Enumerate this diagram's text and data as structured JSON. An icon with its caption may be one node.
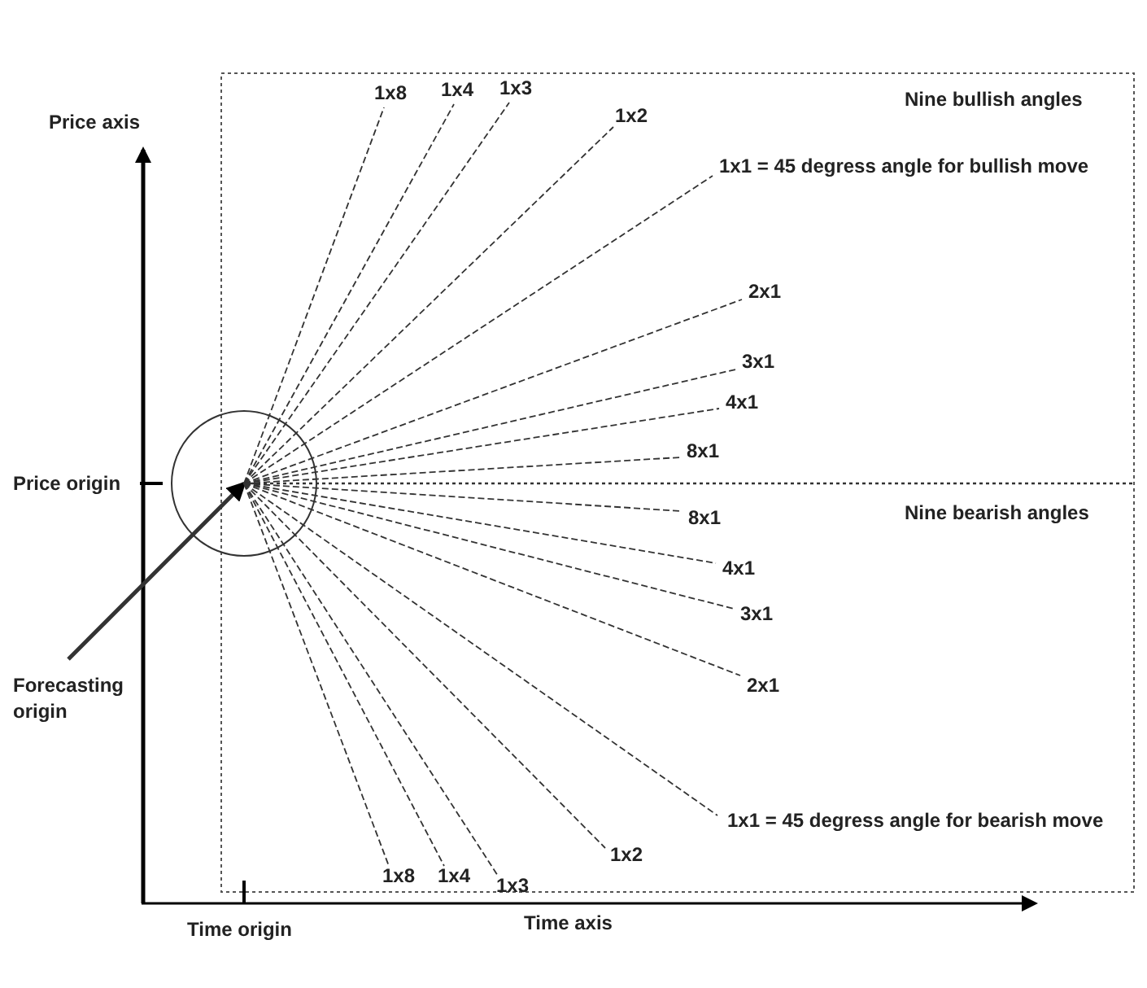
{
  "diagram": {
    "nodes": [
      {
        "text": [],
        "shape": "circle"
      },
      {
        "text": [
          "Forecasting origin"
        ]
      },
      {
        "text": [
          "1x8"
        ]
      },
      {
        "text": [
          "1x4"
        ]
      },
      {
        "text": [
          "1x3"
        ]
      },
      {
        "text": [
          "1x2"
        ]
      },
      {
        "text": [
          "1x1 = 45 degress angle for bullish move"
        ]
      },
      {
        "text": [
          "2x1"
        ]
      },
      {
        "text": [
          "3x1"
        ]
      },
      {
        "text": [
          "4x1"
        ]
      },
      {
        "text": [
          "8x1"
        ]
      },
      {
        "text": [
          "8x1"
        ]
      },
      {
        "text": [
          "4x1"
        ]
      },
      {
        "text": [
          "3x1"
        ]
      },
      {
        "text": [
          "2x1"
        ]
      },
      {
        "text": [
          "1x1 = 45 degress angle for bearish move"
        ]
      },
      {
        "text": [
          "1x2"
        ]
      },
      {
        "text": [
          "1x8"
        ]
      },
      {
        "text": [
          "1x4"
        ]
      },
      {
        "text": [
          "1x3"
        ]
      }
    ],
    "edges": [
      {
        "from": 1,
        "to": 0,
        "arrow": "to",
        "style": "thick"
      },
      {
        "from": 0,
        "to": 2,
        "arrow": "none",
        "style": "dashed"
      },
      {
        "from": 0,
        "to": 3,
        "arrow": "none",
        "style": "dashed"
      },
      {
        "from": 0,
        "to": 4,
        "arrow": "none",
        "style": "dashed"
      },
      {
        "from": 0,
        "to": 5,
        "arrow": "none",
        "style": "dashed"
      },
      {
        "from": 0,
        "to": 6,
        "arrow": "none",
        "style": "dashed"
      },
      {
        "from": 0,
        "to": 7,
        "arrow": "none",
        "style": "dashed"
      },
      {
        "from": 0,
        "to": 8,
        "arrow": "none",
        "style": "dashed"
      },
      {
        "from": 0,
        "to": 9,
        "arrow": "none",
        "style": "dashed"
      },
      {
        "from": 0,
        "to": 10,
        "arrow": "none",
        "style": "dashed"
      },
      {
        "from": 0,
        "to": 11,
        "arrow": "none",
        "style": "dashed"
      },
      {
        "from": 0,
        "to": 12,
        "arrow": "none",
        "style": "dashed"
      },
      {
        "from": 0,
        "to": 13,
        "arrow": "none",
        "style": "dashed"
      },
      {
        "from": 0,
        "to": 14,
        "arrow": "none",
        "style": "dashed"
      },
      {
        "from": 0,
        "to": 15,
        "arrow": "none",
        "style": "dashed"
      },
      {
        "from": 0,
        "to": 16,
        "arrow": "none",
        "style": "dashed"
      },
      {
        "from": 0,
        "to": 17,
        "arrow": "none",
        "style": "dashed"
      },
      {
        "from": 0,
        "to": 18,
        "arrow": "none",
        "style": "dashed"
      },
      {
        "from": 0,
        "to": 19,
        "arrow": "none",
        "style": "dashed"
      }
    ],
    "labels": [
      "Price axis",
      "Nine bullish angles",
      "Price origin",
      "Nine bearish angles",
      "Time origin",
      "Time axis"
    ]
  }
}
